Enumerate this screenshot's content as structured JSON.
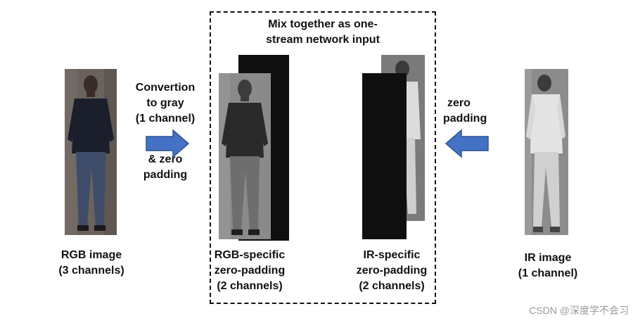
{
  "box_title": [
    "Mix together as one-",
    "stream network input"
  ],
  "left_arrow_text_top": [
    "Convertion",
    "to gray",
    "(1 channel)"
  ],
  "left_arrow_text_bottom": [
    "& zero",
    "padding"
  ],
  "right_arrow_text": [
    "zero",
    "padding"
  ],
  "captions": {
    "rgb_image": [
      "RGB image",
      "(3 channels)"
    ],
    "rgb_specific": [
      "RGB-specific",
      "zero-padding",
      "(2 channels)"
    ],
    "ir_specific": [
      "IR-specific",
      "zero-padding",
      "(2 channels)"
    ],
    "ir_image": [
      "IR image",
      "(1 channel)"
    ]
  },
  "watermark": "CSDN @深度学不会习",
  "colors": {
    "arrow_fill": "#4472c4",
    "arrow_stroke": "#2f528f",
    "panel": "#0f0f0f"
  }
}
